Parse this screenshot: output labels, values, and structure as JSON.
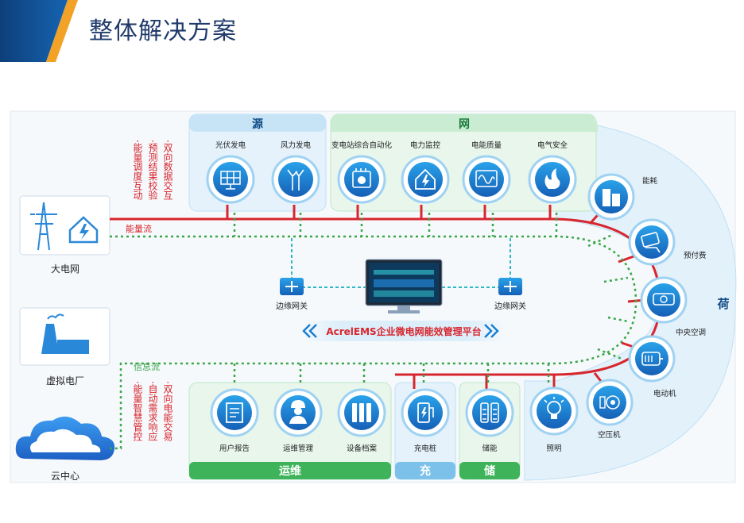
{
  "page_title": "整体解决方案",
  "sections": {
    "source": "源",
    "grid": "网",
    "load": "荷",
    "ops": "运维",
    "charge": "充",
    "storage": "储"
  },
  "source_items": [
    "光伏发电",
    "风力发电"
  ],
  "grid_items": [
    "变电站综合自动化",
    "电力监控",
    "电能质量",
    "电气安全"
  ],
  "load_items": [
    "能耗",
    "预付费",
    "中央空调",
    "电动机",
    "空压机",
    "照明"
  ],
  "ops_items": [
    "用户报告",
    "运维管理",
    "设备档案"
  ],
  "charge_item": "充电桩",
  "storage_item": "储能",
  "left_nodes": [
    "大电网",
    "虚拟电厂",
    "云中心"
  ],
  "flows": {
    "energy": "能量流",
    "info": "信息流"
  },
  "gateways": [
    "边缘网关",
    "边缘网关"
  ],
  "platform_banner": "AcrelEMS企业微电网能效管理平台",
  "top_vertical_notes": [
    "·双向数据交互",
    "·预测结果校验",
    "·能量调度互动"
  ],
  "bottom_vertical_notes": [
    "·双向电能交易",
    "·自动需求响应",
    "·能量智慧管控"
  ],
  "colors": {
    "accent_red": "#d8262e",
    "accent_green": "#3aa648",
    "dash_teal": "#2fb7c7",
    "panel_blue": "#e5f2fb",
    "panel_green": "#e8f6ec",
    "header_blue": "#1a4f8c",
    "icon_blue": "#1b7fd1"
  }
}
